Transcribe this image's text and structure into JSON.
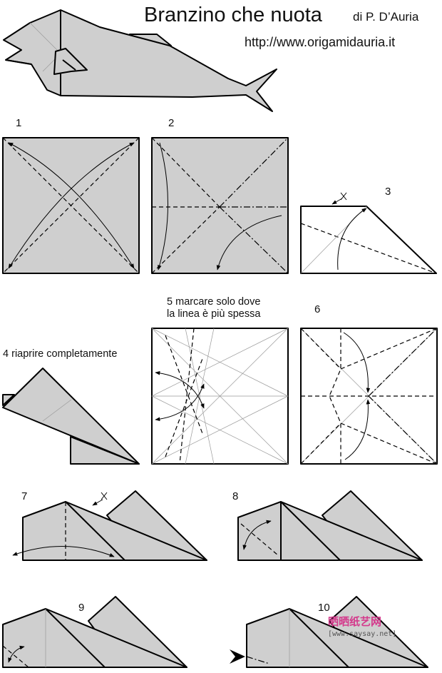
{
  "header": {
    "title": "Branzino che nuota",
    "author": "di P. D’Auria",
    "url": "http://www.origamidauria.it"
  },
  "steps": [
    {
      "number": "1"
    },
    {
      "number": "2"
    },
    {
      "number": "3"
    },
    {
      "number": "4",
      "caption": "riaprire completamente"
    },
    {
      "number": "5",
      "caption_line1": "marcare solo dove",
      "caption_line2": "la linea è più spessa"
    },
    {
      "number": "6"
    },
    {
      "number": "7"
    },
    {
      "number": "8"
    },
    {
      "number": "9"
    },
    {
      "number": "10"
    }
  ],
  "watermark": {
    "chinese": "晒晒纸艺网",
    "url": "[www.saysay.net]"
  },
  "colors": {
    "paper": "#cfcfcf",
    "line": "#000000",
    "watermark": "#d43a8c"
  }
}
